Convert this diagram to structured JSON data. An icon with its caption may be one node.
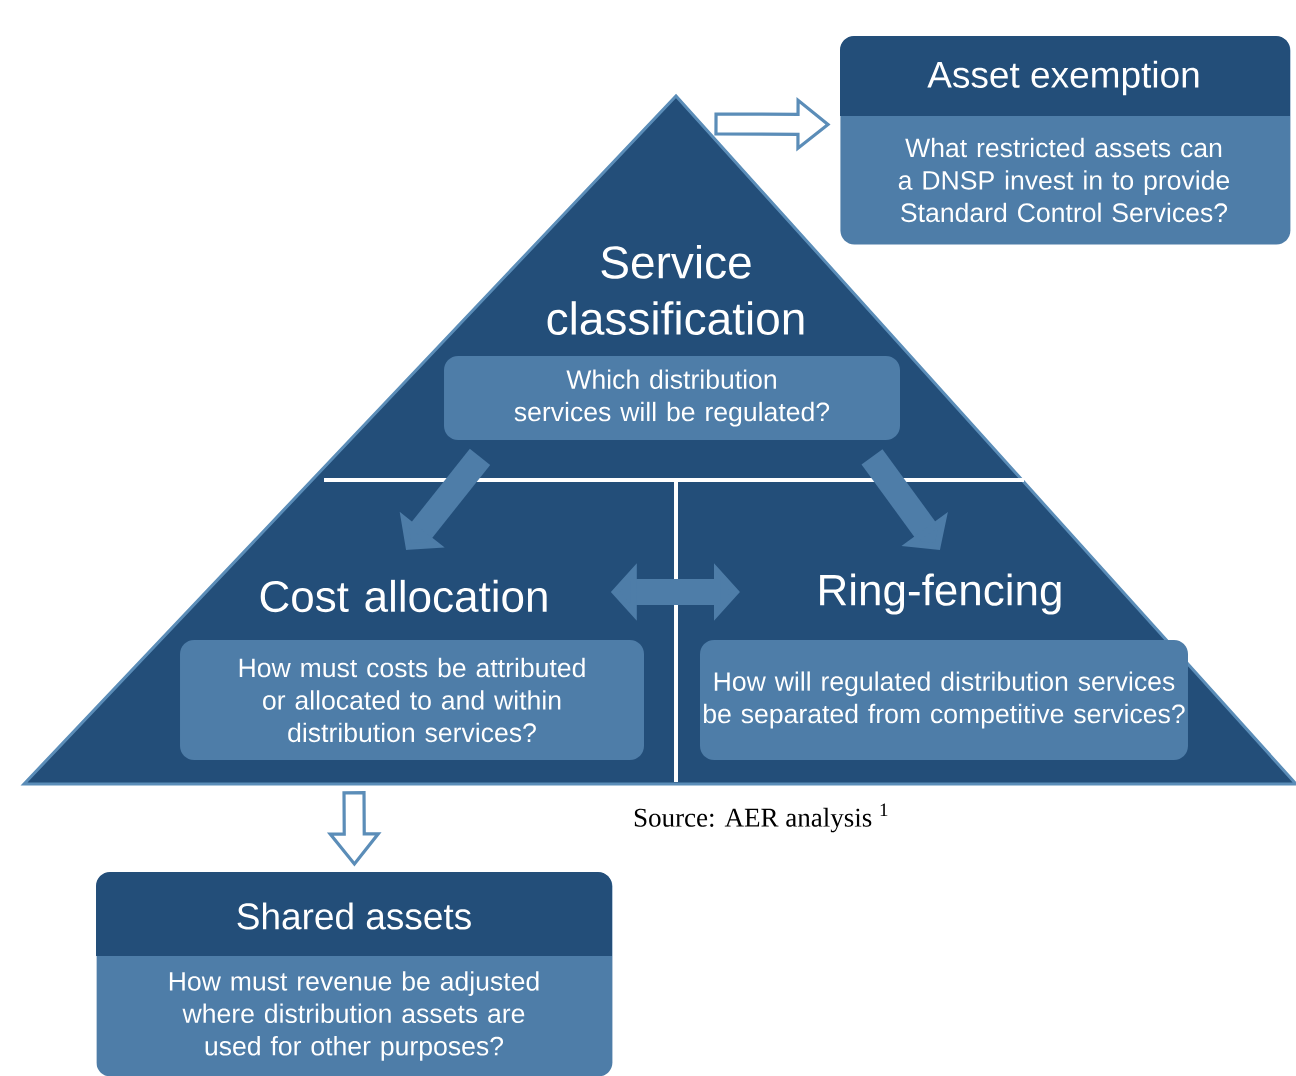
{
  "diagram": {
    "nodes": [
      {
        "text": [],
        "shape": "triangle"
      },
      {
        "text": [
          "Service classification",
          "Which distribution services will be regulated?"
        ],
        "in": 0
      },
      {
        "text": [
          "Cost allocation",
          "How must costs be attributed or allocated to and within distribution services?"
        ],
        "in": 0
      },
      {
        "text": [
          "Ring-fencing",
          "How will regulated distribution services be separated from competitive services?"
        ],
        "in": 0
      },
      {
        "text": [
          "Asset exemption",
          "What restricted assets can a DNSP invest in to provide Standard Control Services?"
        ]
      },
      {
        "text": [
          "Shared assets",
          "How must revenue be adjusted where distribution assets are used for other purposes?"
        ]
      }
    ],
    "edges": [
      {
        "from": 0,
        "to": 4,
        "arrow": "to"
      },
      {
        "from": 1,
        "to": 2,
        "arrow": "to"
      },
      {
        "from": 1,
        "to": 3,
        "arrow": "to"
      },
      {
        "from": 2,
        "to": 3,
        "arrow": "both"
      },
      {
        "from": 2,
        "to": 5,
        "arrow": "to"
      }
    ],
    "labels": [
      "Source: AER analysis $^{1}$"
    ]
  }
}
